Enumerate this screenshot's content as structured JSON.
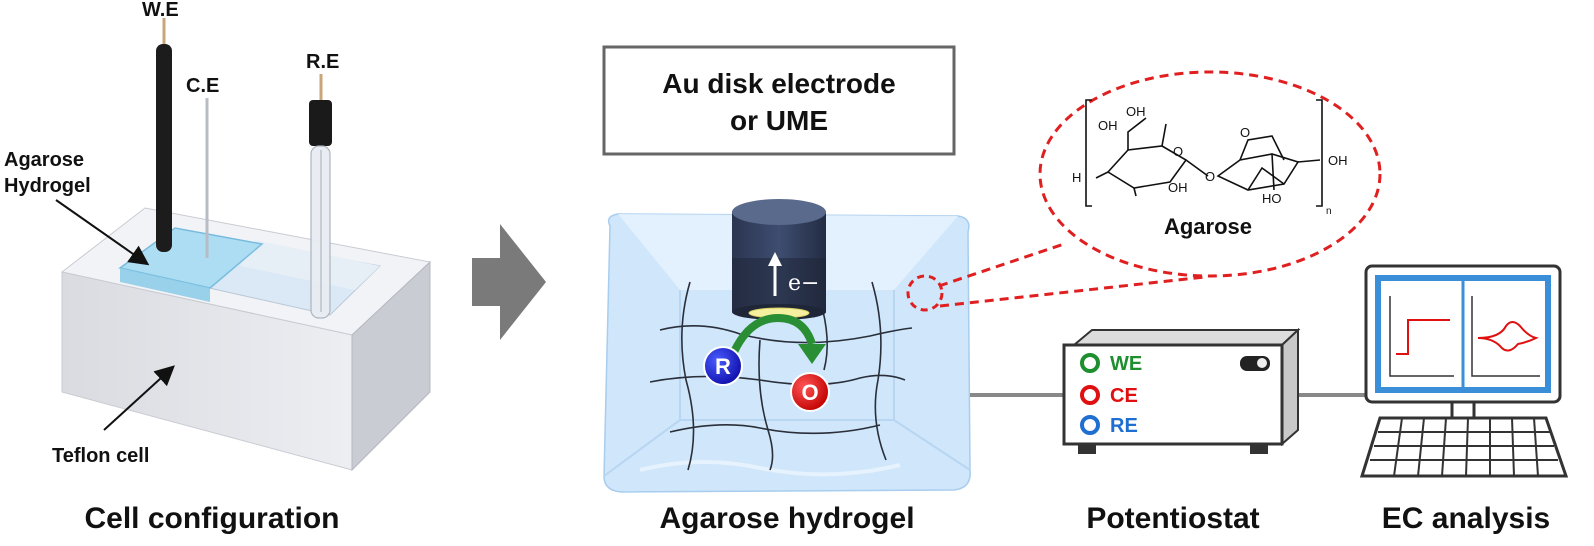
{
  "cell": {
    "we_label": "W.E",
    "ce_label": "C.E",
    "re_label": "R.E",
    "agarose_label_line1": "Agarose",
    "agarose_label_line2": "Hydrogel",
    "teflon_label": "Teflon cell",
    "caption": "Cell configuration"
  },
  "hydrogel": {
    "electrode_box_line1": "Au disk electrode",
    "electrode_box_line2": "or UME",
    "electron_label": "e−",
    "reduced_species": "R",
    "oxidized_species": "O",
    "caption": "Agarose hydrogel"
  },
  "agarose_structure": {
    "name": "Agarose",
    "groups": [
      "OH",
      "OH",
      "OH",
      "OH",
      "HO",
      "H",
      "O",
      "O",
      "O",
      "n"
    ]
  },
  "potentiostat": {
    "we": "WE",
    "ce": "CE",
    "re": "RE",
    "caption": "Potentiostat"
  },
  "analysis": {
    "caption": "EC analysis"
  },
  "colors": {
    "we_green": "#1e8f2e",
    "ce_red": "#e01010",
    "re_blue": "#1f6fd0",
    "r_circle": "#1a1adb",
    "o_circle": "#e81010",
    "dashed_red": "#e02020",
    "hydrogel_blue": "#cfe6fb",
    "monitor_blue": "#3a8fd8"
  }
}
